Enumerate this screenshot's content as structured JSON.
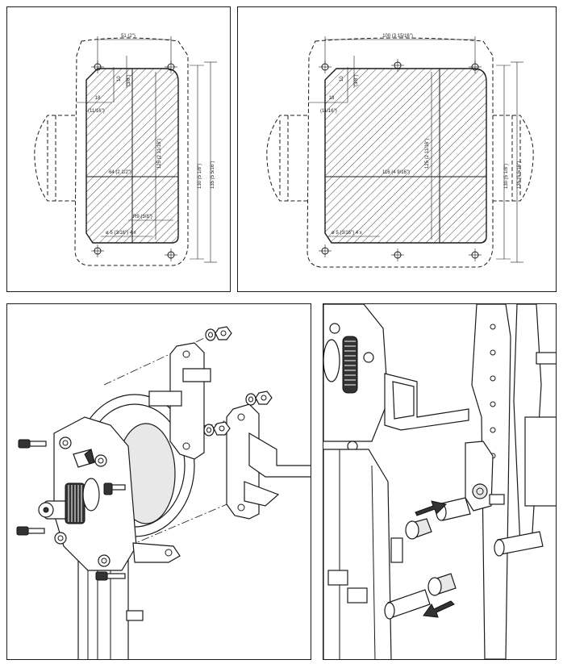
{
  "panel_a": {
    "dim_top": "51 (2\")",
    "dim_corner_h": "18",
    "dim_corner_h_frac": "(11/16\")",
    "dim_corner_v": "10",
    "dim_corner_v_frac": "(3/8\")",
    "dim_width": "64 (2 1/2\")",
    "dim_inner_h": "125 (2 11/16\")",
    "dim_h1": "130 (5 1/8\")",
    "dim_h2": "135 (5 5/16\")",
    "dim_radius": "R9 (3/8\")",
    "dim_holes": "ø 5 (3/16\") 4 x"
  },
  "panel_b": {
    "dim_top": "100 (3 15/16\")",
    "dim_corner_h": "18",
    "dim_corner_h_frac": "(11/16\")",
    "dim_corner_v": "10",
    "dim_corner_v_frac": "(3/8\")",
    "dim_width": "116 (4 9/16\")",
    "dim_inner_h": "125 (2 11/16\")",
    "dim_h1": "130 (5 1/8\")",
    "dim_h2": "135 (5 5/16\")",
    "dim_holes": "ø 5 (3/16\") 4 x"
  },
  "colors": {
    "line": "#1a1a1a",
    "background": "#ffffff"
  }
}
